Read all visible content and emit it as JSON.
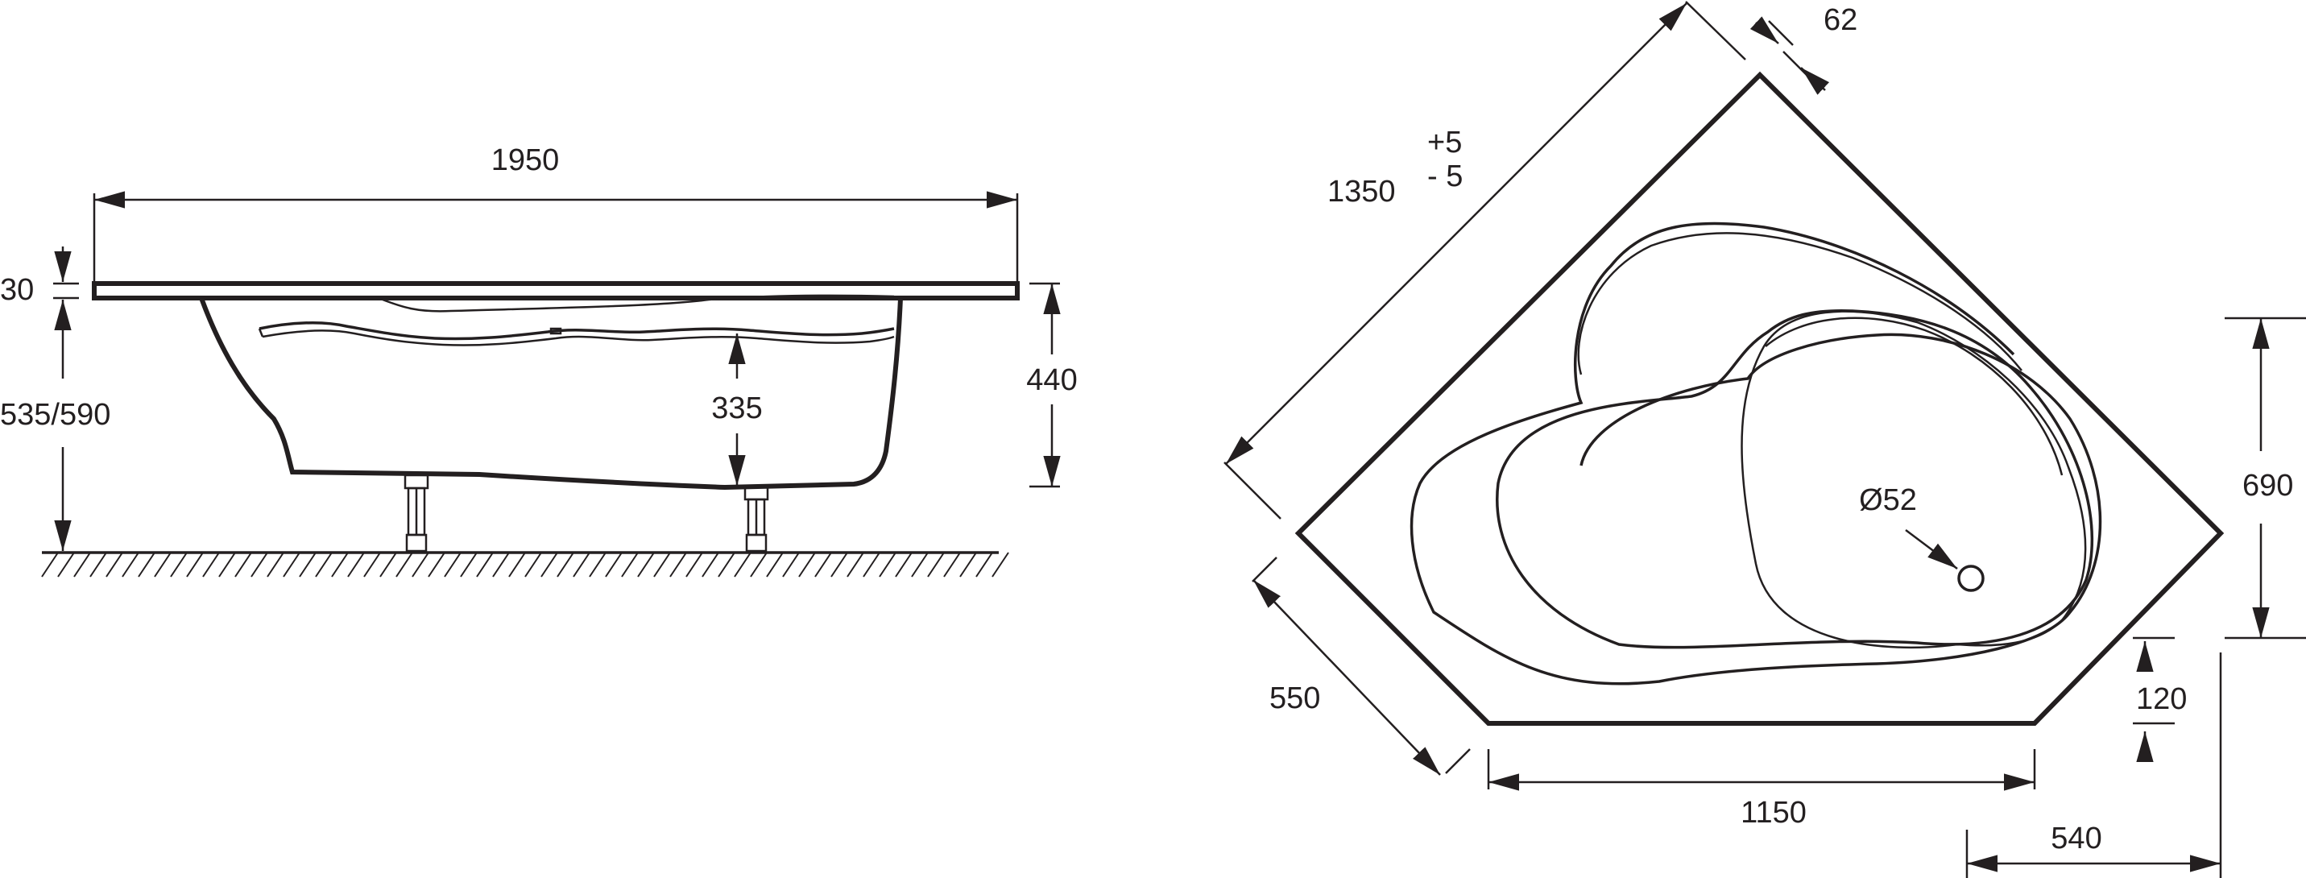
{
  "side_view": {
    "overall_length": "1950",
    "rim_thickness": "30",
    "floor_to_rim": "535/590",
    "inner_depth": "335",
    "overall_height": "440"
  },
  "top_view": {
    "diagonal_length": "1350",
    "tolerance_plus": "+5",
    "tolerance_minus": "- 5",
    "rim_width": "62",
    "drain_diameter": "Ø52",
    "side_length": "550",
    "front_length": "1150",
    "right_height": "690",
    "front_offset": "120",
    "corner_offset": "540"
  },
  "colors": {
    "ink": "#231f20",
    "background": "#ffffff"
  }
}
